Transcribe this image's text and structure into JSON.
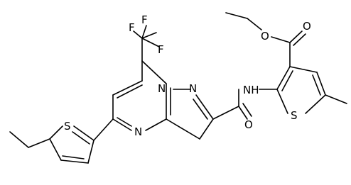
{
  "structure": {
    "atom_labels": {
      "f1": "F",
      "f2": "F",
      "f3": "F",
      "n_bridge": "N",
      "n_pyrazole": "N",
      "n_pyrimidine": "N",
      "s_thiophene_left": "S",
      "o_ester_carbonyl": "O",
      "o_ester_ether": "O",
      "nh_amide": "NH",
      "s_thiophene_right": "S",
      "o_amide": "O"
    },
    "colors": {
      "atoms": "#000000",
      "bonds": "#000000",
      "background": "#ffffff"
    }
  }
}
